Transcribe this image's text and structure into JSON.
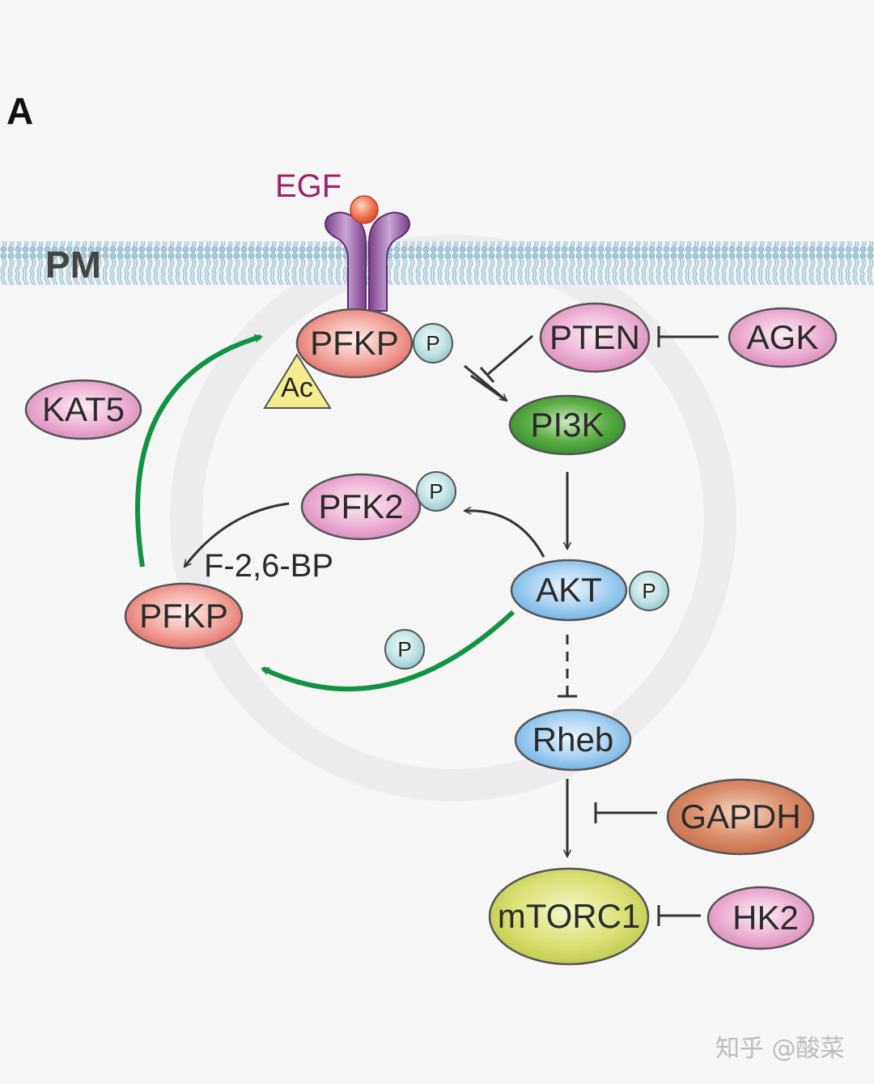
{
  "panel_label": "A",
  "membrane_label": "PM",
  "ligand_label": "EGF",
  "nodes": {
    "pfkp_membrane": "PFKP",
    "ac": "Ac",
    "pten": "PTEN",
    "agk": "AGK",
    "pi3k": "PI3K",
    "kat5": "KAT5",
    "pfk2": "PFK2",
    "akt": "AKT",
    "pfkp_cytosol": "PFKP",
    "rheb": "Rheb",
    "gapdh": "GAPDH",
    "mtorc1": "mTORC1",
    "hk2": "HK2"
  },
  "phospho_label": "P",
  "metabolite_label": "F-2,6-BP",
  "watermark": "知乎 @酸菜",
  "colors": {
    "egf": "#a01e6a",
    "green_arrow": "#129343",
    "membrane": "#a8cbd8"
  }
}
